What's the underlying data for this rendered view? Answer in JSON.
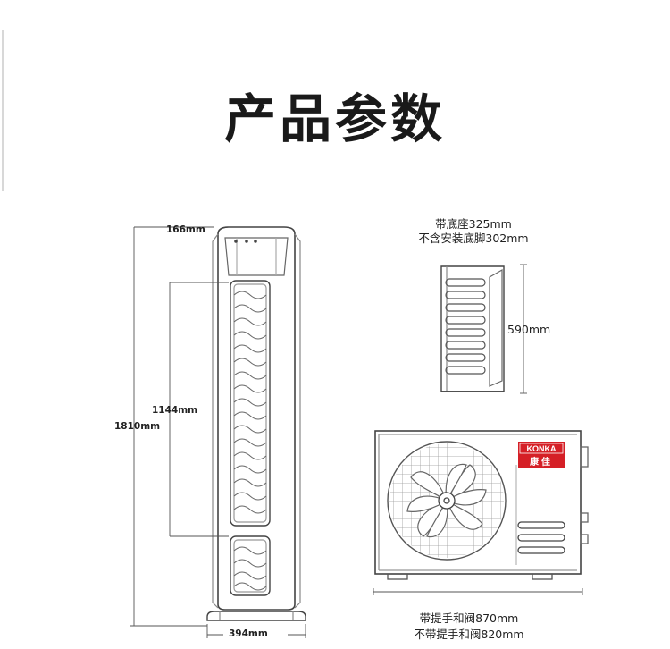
{
  "page": {
    "title": "产品参数"
  },
  "indoor_unit": {
    "top_width": "166mm",
    "panel_height": "1144mm",
    "total_height": "1810mm",
    "base_width": "394mm"
  },
  "outdoor_side": {
    "depth_line1": "带底座325mm",
    "depth_line2": "不含安装底脚302mm",
    "height": "590mm"
  },
  "outdoor_front": {
    "brand_en": "KONKA",
    "brand_cn": "康佳",
    "width_line1": "带提手和阀870mm",
    "width_line2": "不带提手和阀820mm"
  },
  "colors": {
    "brand_red": "#d51f26",
    "line": "#4a4a4a"
  }
}
